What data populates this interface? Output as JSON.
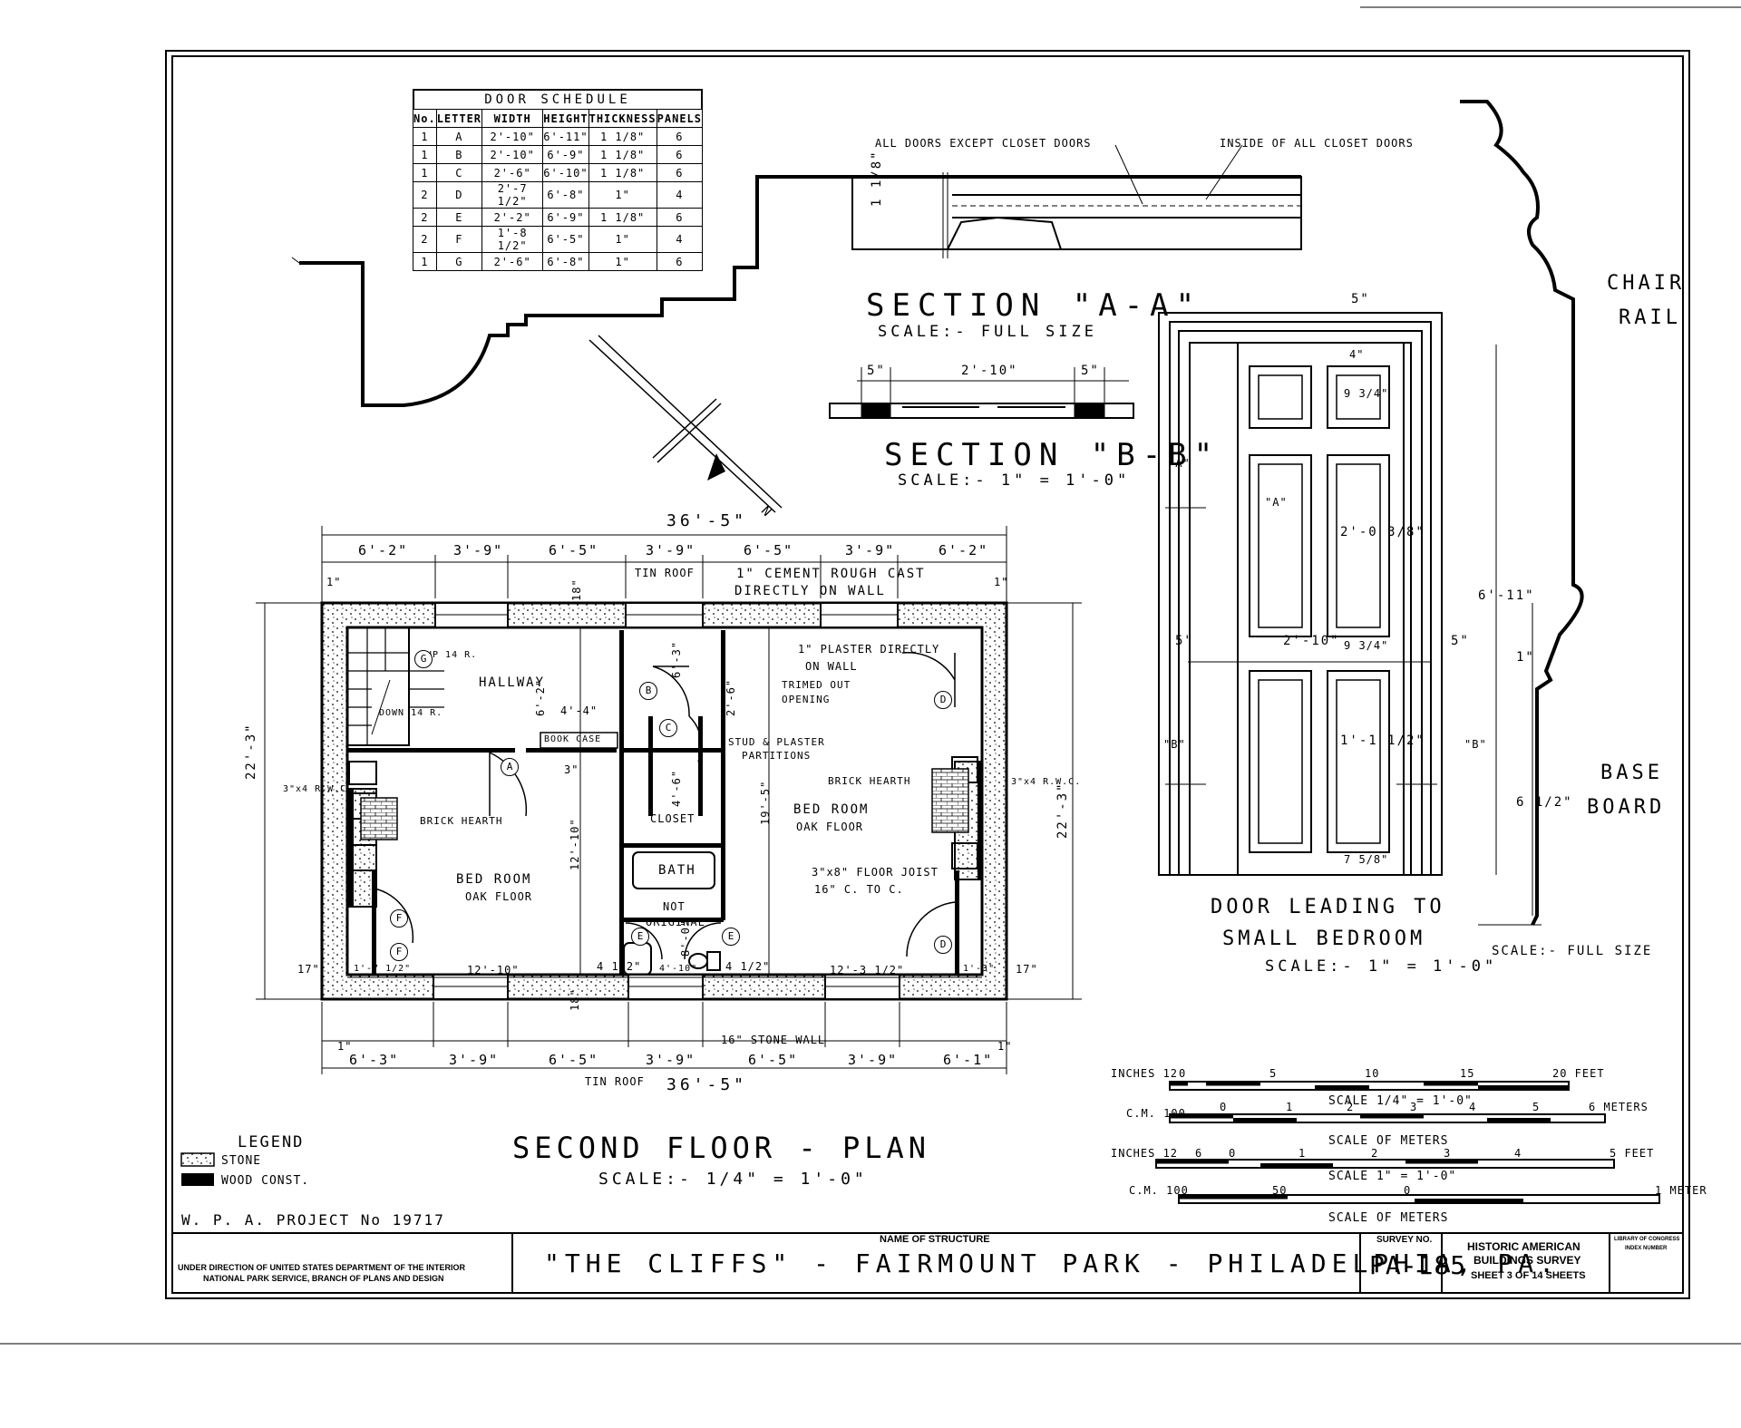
{
  "door_schedule": {
    "title": "DOOR SCHEDULE",
    "headers": [
      "No.",
      "LETTER",
      "WIDTH",
      "HEIGHT",
      "THICKNESS",
      "PANELS"
    ],
    "rows": [
      [
        "1",
        "A",
        "2'-10\"",
        "6'-11\"",
        "1 1/8\"",
        "6"
      ],
      [
        "1",
        "B",
        "2'-10\"",
        "6'-9\"",
        "1 1/8\"",
        "6"
      ],
      [
        "1",
        "C",
        "2'-6\"",
        "6'-10\"",
        "1 1/8\"",
        "6"
      ],
      [
        "2",
        "D",
        "2'-7 1/2\"",
        "6'-8\"",
        "1\"",
        "4"
      ],
      [
        "2",
        "E",
        "2'-2\"",
        "6'-9\"",
        "1 1/8\"",
        "6"
      ],
      [
        "2",
        "F",
        "1'-8 1/2\"",
        "6'-5\"",
        "1\"",
        "4"
      ],
      [
        "1",
        "G",
        "2'-6\"",
        "6'-8\"",
        "1\"",
        "6"
      ]
    ]
  },
  "section_aa": {
    "note_left": "ALL DOORS EXCEPT CLOSET DOORS",
    "note_right": "INSIDE OF ALL CLOSET DOORS",
    "dim": "1 1/8\"",
    "title": "SECTION \"A-A\"",
    "scale": "SCALE:- FULL SIZE"
  },
  "section_bb": {
    "dim_left": "5\"",
    "dim_mid": "2'-10\"",
    "dim_right": "5\"",
    "title": "SECTION \"B-B\"",
    "scale": "SCALE:- 1\" = 1'-0\""
  },
  "door_elevation": {
    "title_1": "DOOR LEADING TO",
    "title_2": "SMALL BEDROOM",
    "scale": "SCALE:- 1\" = 1'-0\"",
    "dims": {
      "top": "5\"",
      "panel_gap": "4\"",
      "top_panel": "9 3/4\"",
      "mid_panel": "2'-0 3/8\"",
      "width": "2'-10\"",
      "side_left": "5\"",
      "side_right": "5\"",
      "rail": "9 3/4\"",
      "bottom_panel": "1'-1 1/2\"",
      "bottom_rail": "7 5/8\"",
      "height": "6'-11\"",
      "mark_a": "\"A\"",
      "mark_b": "\"B\""
    }
  },
  "chair_rail": {
    "label_1": "CHAIR",
    "label_2": "RAIL",
    "base_1": "BASE",
    "base_2": "BOARD",
    "dim_1": "1\"",
    "dim_2": "6 1/2\"",
    "scale": "SCALE:- FULL SIZE"
  },
  "plan": {
    "title": "SECOND FLOOR - PLAN",
    "scale": "SCALE:- 1/4\" = 1'-0\"",
    "overall": "36'-5\"",
    "top_dims": [
      "6'-2\"",
      "3'-9\"",
      "6'-5\"",
      "3'-9\"",
      "6'-5\"",
      "3'-9\"",
      "6'-2\""
    ],
    "bottom_dims": [
      "6'-3\"",
      "3'-9\"",
      "6'-5\"",
      "3'-9\"",
      "6'-5\"",
      "3'-9\"",
      "6'-1\""
    ],
    "depth": "22'-3\"",
    "labels": {
      "tin_roof": "TIN ROOF",
      "cement_1": "1\" CEMENT ROUGH CAST",
      "cement_2": "DIRECTLY ON WALL",
      "plaster_1": "1\" PLASTER DIRECTLY",
      "plaster_2": "ON WALL",
      "trimmed_1": "TRIMED OUT",
      "trimmed_2": "OPENING",
      "stud_1": "STUD & PLASTER",
      "stud_2": "PARTITIONS",
      "hallway": "HALLWAY",
      "up": "UP 14 R.",
      "down": "DOWN 14 R.",
      "book_case": "BOOK CASE",
      "brick_hearth_l": "BRICK HEARTH",
      "brick_hearth_r": "BRICK HEARTH",
      "bed_room_l": "BED ROOM",
      "oak_floor_l": "OAK FLOOR",
      "bed_room_r": "BED ROOM",
      "oak_floor_r": "OAK FLOOR",
      "closet": "CLOSET",
      "bath": "BATH",
      "not_original_1": "NOT",
      "not_original_2": "ORIGINAL",
      "joist_1": "3\"x8\" FLOOR JOIST",
      "joist_2": "16\" C. TO C.",
      "rwc_l": "3\"x4 R.W.C.",
      "rwc_r": "3\"x4 R.W.C.",
      "stone_wall": "16\" STONE WALL",
      "north": "N"
    },
    "inner_dims": {
      "hall_h": "6'-2\"",
      "hall_w": "4'-4\"",
      "closet_h": "6'-3\"",
      "opening": "2'-6\"",
      "closet_w": "4'-6\"",
      "bed_l": "12'-10\"",
      "bed_l_h": "12'-10\"",
      "bed_r": "12'-3 1/2\"",
      "bed_r_h": "19'-5\"",
      "wall": "18\"",
      "wall_b": "18\"",
      "side_l": "17\"",
      "side_r": "17\"",
      "one": "1\"",
      "bath_a": "4 1/2\"",
      "bath_b": "4'-10\"",
      "bath_c": "8'-0\"",
      "bath_d": "4 1/2\"",
      "small_l": "1'-7 1/2\"",
      "small_r": "1'-3\"",
      "three": "3\""
    },
    "doors": [
      "A",
      "B",
      "C",
      "D",
      "D",
      "E",
      "E",
      "F",
      "F",
      "G"
    ]
  },
  "legend": {
    "title": "LEGEND",
    "stone": "STONE",
    "wood": "WOOD CONST."
  },
  "scales": {
    "s1_left": "INCHES 12",
    "s1_ticks": [
      "0",
      "5",
      "10",
      "15",
      "20 FEET"
    ],
    "s1_label": "SCALE 1/4\" = 1'-0\"",
    "s2_left": "C.M. 100",
    "s2_ticks": [
      "0",
      "1",
      "2",
      "3",
      "4",
      "5",
      "6 METERS"
    ],
    "s2_label": "SCALE OF METERS",
    "s3_left": "INCHES 12",
    "s3_ticks": [
      "6",
      "0",
      "1",
      "2",
      "3",
      "4",
      "5 FEET"
    ],
    "s3_label": "SCALE 1\" = 1'-0\"",
    "s4_left": "C.M. 100",
    "s4_ticks": [
      "50",
      "0",
      "1 METER"
    ],
    "s4_label": "SCALE OF METERS"
  },
  "title_block": {
    "project": "W. P. A. PROJECT No 19717",
    "direction_1": "UNDER DIRECTION OF UNITED STATES DEPARTMENT OF THE INTERIOR",
    "direction_2": "NATIONAL PARK SERVICE, BRANCH OF PLANS AND DESIGN",
    "name_label": "NAME OF STRUCTURE",
    "name": "\"THE CLIFFS\" - FAIRMOUNT PARK - PHILADELPHIA, PA.",
    "survey_label": "SURVEY NO.",
    "survey_no": "PA-185",
    "habs_1": "HISTORIC AMERICAN",
    "habs_2": "BUILDINGS SURVEY",
    "sheet": "SHEET 3 OF 14 SHEETS",
    "loc_1": "LIBRARY OF CONGRESS",
    "loc_2": "INDEX NUMBER"
  }
}
